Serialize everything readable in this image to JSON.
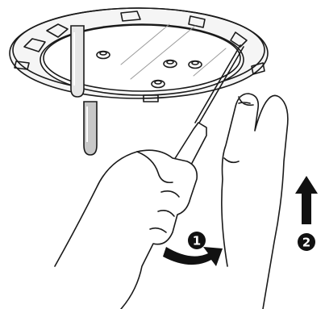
{
  "steps": [
    {
      "number": "1",
      "action": "rotate"
    },
    {
      "number": "2",
      "action": "lift"
    }
  ],
  "colors": {
    "line": "#1a1a1a",
    "fill": "#ffffff",
    "plate": "#f3f3f3",
    "shade": "#c8c8c8",
    "marker": "#111111"
  },
  "icons": [
    "screwdriver-icon",
    "curved-arrow-icon",
    "up-arrow-icon"
  ]
}
